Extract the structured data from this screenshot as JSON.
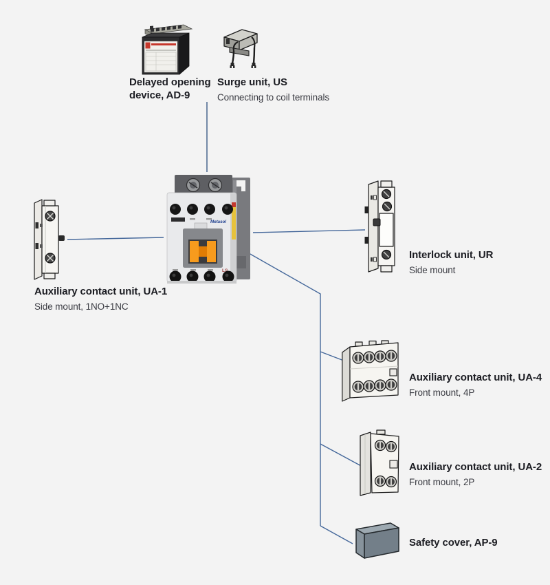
{
  "page": {
    "background": "#f3f3f3"
  },
  "center_device": {
    "brand": "Metasol",
    "logo": "LS"
  },
  "accessories": {
    "ad9": {
      "title_line1": "Delayed opening",
      "title_line2": "device, AD-9"
    },
    "surge": {
      "title": "Surge unit, US",
      "subtitle": "Connecting to coil terminals"
    },
    "ua1": {
      "title": "Auxiliary contact unit, UA-1",
      "subtitle": "Side mount, 1NO+1NC"
    },
    "ur": {
      "title": "Interlock unit, UR",
      "subtitle": "Side mount"
    },
    "ua4": {
      "title": "Auxiliary contact unit, UA-4",
      "subtitle": "Front mount, 4P"
    },
    "ua2": {
      "title": "Auxiliary contact unit, UA-2",
      "subtitle": "Front mount, 2P"
    },
    "ap9": {
      "title": "Safety cover, AP-9"
    }
  },
  "style": {
    "line_color": "#44679a",
    "surge_line_color": "#7288a7",
    "heading_color": "#1b1c22",
    "subtitle_color": "#3a3b42"
  }
}
